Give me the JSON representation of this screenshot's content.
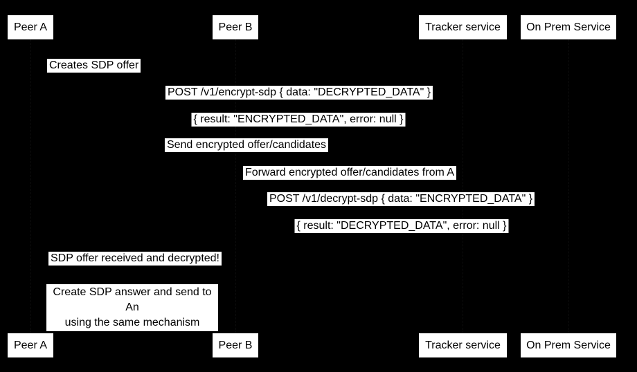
{
  "colors": {
    "background": "#000000",
    "box_fill": "#ffffff",
    "box_text": "#000000",
    "label_bg": "#ffffff",
    "label_text": "#000000"
  },
  "participants": [
    {
      "label": "Peer A"
    },
    {
      "label": "Peer B"
    },
    {
      "label": "Tracker service"
    },
    {
      "label": "On Prem Service"
    }
  ],
  "messages": [
    {
      "text": "Creates SDP offer"
    },
    {
      "text": "POST /v1/encrypt-sdp { data: \"DECRYPTED_DATA\" }"
    },
    {
      "text": "{ result: \"ENCRYPTED_DATA\", error: null }"
    },
    {
      "text": "Send encrypted offer/candidates"
    },
    {
      "text": "Forward encrypted offer/candidates from A"
    },
    {
      "text": "POST /v1/decrypt-sdp { data: \"ENCRYPTED_DATA\" }"
    },
    {
      "text": "{ result: \"DECRYPTED_DATA\", error: null }"
    },
    {
      "text": "SDP offer received and decrypted!"
    }
  ],
  "note": {
    "line1": "Create SDP answer and send to An",
    "line2": "using the same mechanism"
  }
}
